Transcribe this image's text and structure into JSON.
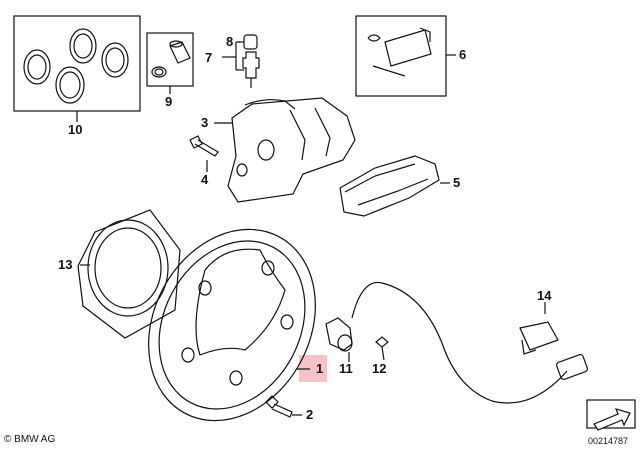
{
  "callouts": {
    "c1": "1",
    "c2": "2",
    "c3": "3",
    "c4": "4",
    "c5": "5",
    "c6": "6",
    "c7": "7",
    "c8": "8",
    "c9": "9",
    "c10": "10",
    "c11": "11",
    "c12": "12",
    "c13": "13",
    "c14": "14"
  },
  "footer": {
    "copyright": "© BMW AG",
    "doc_number": "00214787"
  },
  "colors": {
    "highlight": "#f4b7bd",
    "line": "#111111"
  },
  "icons": [
    "next-page-arrow-icon"
  ]
}
